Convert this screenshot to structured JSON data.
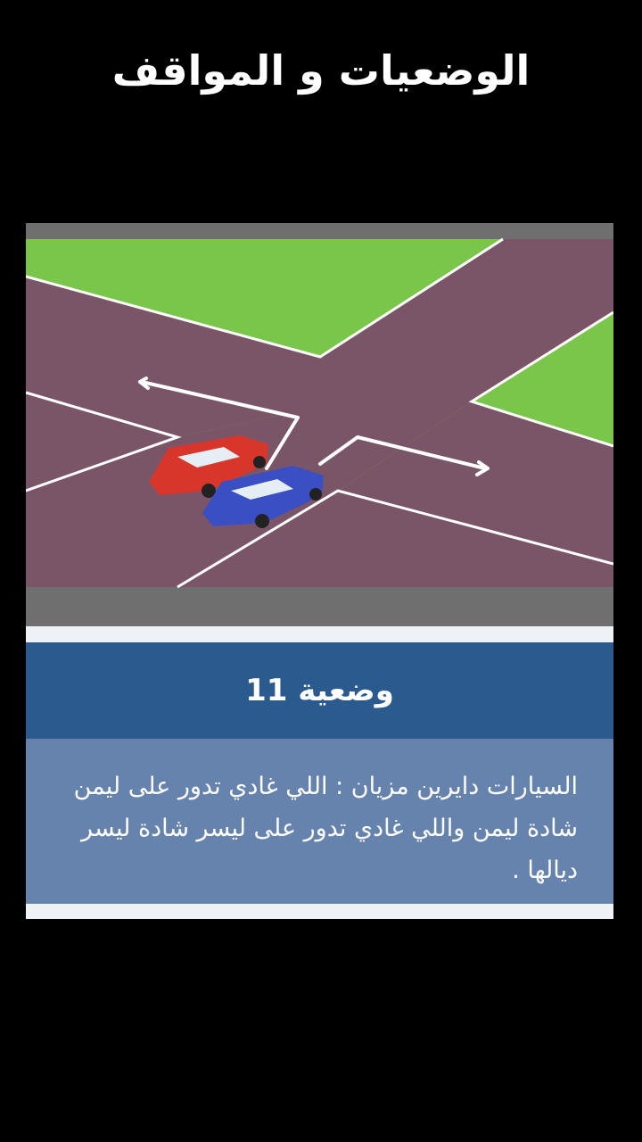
{
  "page": {
    "title": "الوضعيات و المواقف"
  },
  "card": {
    "illustration": {
      "scene": "intersection-two-cars-turning",
      "colors": {
        "grass": "#79c64a",
        "road": "#7a5568",
        "lines": "#ffffff",
        "red_car": "#d9362b",
        "blue_car": "#3b4fc4",
        "frame": "#6f6f6f"
      }
    },
    "heading": "وضعية 11",
    "description": "السيارات دايرين مزيان : اللي غادي تدور على ليمن شادة ليمن واللي غادي تدور على ليسر شادة ليسر ديالها ."
  }
}
